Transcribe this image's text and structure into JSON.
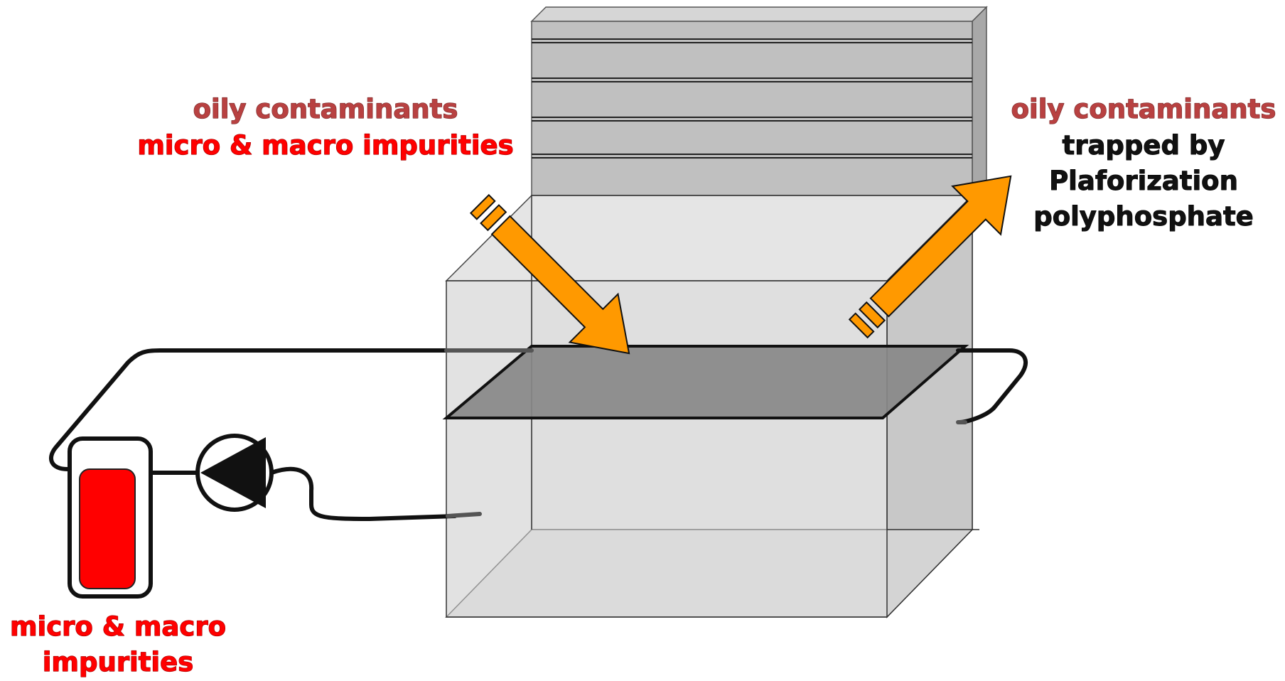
{
  "labels": {
    "incoming_oily": "oily contaminants",
    "incoming_impurities": "micro & macro impurities",
    "outgoing_oily": "oily contaminants",
    "outgoing_line1": "trapped by",
    "outgoing_line2": "Plaforization",
    "outgoing_line3": "polyphosphate",
    "filter_line1": "micro & macro",
    "filter_line2": "impurities"
  },
  "colors": {
    "arrow_fill": "#ff9900",
    "filter_cartridge": "#ff0000",
    "oily_label": "#b84141",
    "impurity_label": "#ff0000",
    "tank_front": "#e0e0e0",
    "tank_side": "#c8c8c8",
    "louver_panel": "#c0c0c0",
    "oil_layer": "#888888"
  }
}
